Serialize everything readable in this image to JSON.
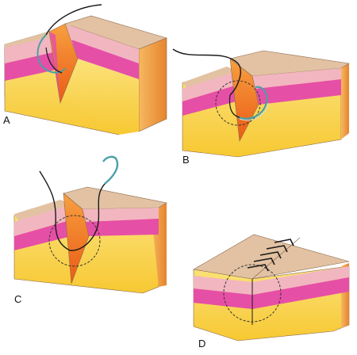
{
  "panels": [
    {
      "id": "a",
      "label": "A"
    },
    {
      "id": "b",
      "label": "B"
    },
    {
      "id": "c",
      "label": "C"
    },
    {
      "id": "d",
      "label": "D"
    }
  ],
  "colors": {
    "top_surface": "#e2c2a2",
    "skin_top_band": "#f2b6c0",
    "dermis_magenta": "#e64fa6",
    "fat_yellow": "#f7c832",
    "fat_light": "#fbe27a",
    "side_orange": "#f2a050",
    "side_dark": "#e07a28",
    "wound_orange": "#f06a1c",
    "suture_black": "#1a1a1a",
    "needle_teal": "#4aa0a8",
    "needle_light": "#bfe3e6",
    "dashed_circle": "#333333",
    "outline": "#8a6a50"
  }
}
